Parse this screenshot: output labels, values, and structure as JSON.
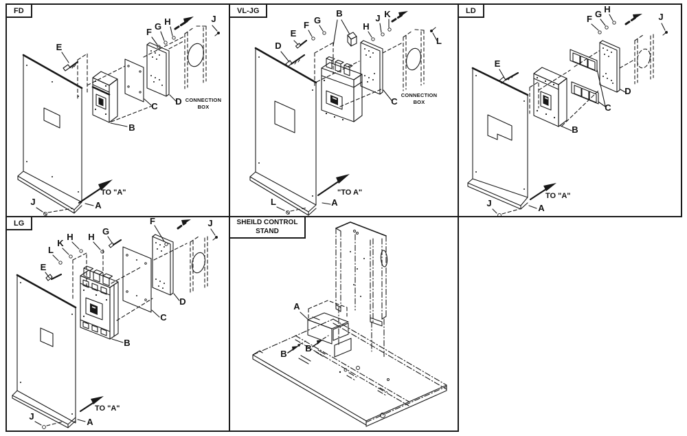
{
  "panels": {
    "fd": {
      "title": "FD",
      "to_label": "TO \"A\"",
      "connection_box_line1": "CONNECTION",
      "connection_box_line2": "BOX",
      "callouts": {
        "e": "E",
        "f": "F",
        "g": "G",
        "h": "H",
        "j_top": "J",
        "j_bottom": "J",
        "a": "A",
        "b": "B",
        "c": "C",
        "d": "D"
      }
    },
    "vljg": {
      "title": "VL-JG",
      "to_label": "\"TO A\"",
      "connection_box_line1": "CONNECTION",
      "connection_box_line2": "BOX",
      "callouts": {
        "b": "B",
        "c": "C",
        "d": "D",
        "e": "E",
        "f": "F",
        "g": "G",
        "h": "H",
        "j": "J",
        "k": "K",
        "l_top": "L",
        "l_bottom": "L",
        "a": "A"
      }
    },
    "ld": {
      "title": "LD",
      "to_label": "TO \"A\"",
      "callouts": {
        "e": "E",
        "f": "F",
        "g": "G",
        "h": "H",
        "j_top": "J",
        "j_bottom": "J",
        "a": "A",
        "b": "B",
        "c": "C",
        "d": "D"
      }
    },
    "lg": {
      "title": "LG",
      "to_label": "TO \"A\"",
      "callouts": {
        "e": "E",
        "l": "L",
        "k": "K",
        "h_left": "H",
        "h_right": "H",
        "g": "G",
        "f": "F",
        "j_top": "J",
        "j_bottom": "J",
        "a": "A",
        "b": "B",
        "c": "C",
        "d": "D"
      }
    },
    "shield": {
      "title": "SHEILD CONTROL STAND",
      "callouts": {
        "a": "A",
        "b_left": "B",
        "b_right": "B"
      }
    }
  }
}
